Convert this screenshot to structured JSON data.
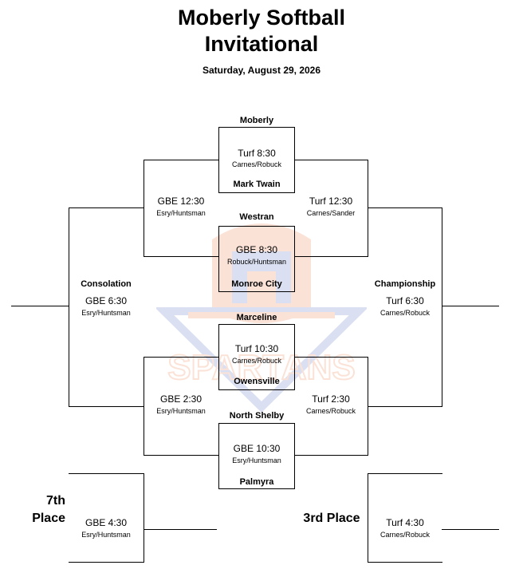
{
  "header": {
    "title_line1": "Moberly Softball",
    "title_line2": "Invitational",
    "date": "Saturday, August 29, 2026"
  },
  "teams": {
    "moberly": "Moberly",
    "mark_twain": "Mark Twain",
    "westran": "Westran",
    "monroe_city": "Monroe City",
    "marceline": "Marceline",
    "owensville": "Owensville",
    "north_shelby": "North Shelby",
    "palmyra": "Palmyra"
  },
  "games": {
    "g1": {
      "time": "Turf 8:30",
      "umps": "Carnes/Robuck"
    },
    "g2": {
      "time": "GBE 8:30",
      "umps": "Robuck/Huntsman"
    },
    "g3": {
      "time": "Turf 10:30",
      "umps": "Carnes/Robuck"
    },
    "g4": {
      "time": "GBE 10:30",
      "umps": "Esry/Huntsman"
    },
    "cons_top": {
      "time": "GBE 12:30",
      "umps": "Esry/Huntsman"
    },
    "champ_top": {
      "time": "Turf 12:30",
      "umps": "Carnes/Sander"
    },
    "cons_bot": {
      "time": "GBE 2:30",
      "umps": "Esry/Huntsman"
    },
    "champ_bot": {
      "time": "Turf 2:30",
      "umps": "Carnes/Robuck"
    },
    "consolation": {
      "label": "Consolation",
      "time": "GBE 6:30",
      "umps": "Esry/Huntsman"
    },
    "championship": {
      "label": "Championship",
      "time": "Turf 6:30",
      "umps": "Carnes/Robuck"
    },
    "seventh": {
      "label_line1": "7th",
      "label_line2": "Place",
      "time": "GBE 4:30",
      "umps": "Esry/Huntsman"
    },
    "third": {
      "label": "3rd Place",
      "time": "Turf 4:30",
      "umps": "Carnes/Robuck"
    }
  },
  "watermark": {
    "icon": "spartan-helmet-logo",
    "text": "SPARTANS",
    "color_primary": "#e8591a",
    "color_secondary": "#2b4fb3"
  }
}
